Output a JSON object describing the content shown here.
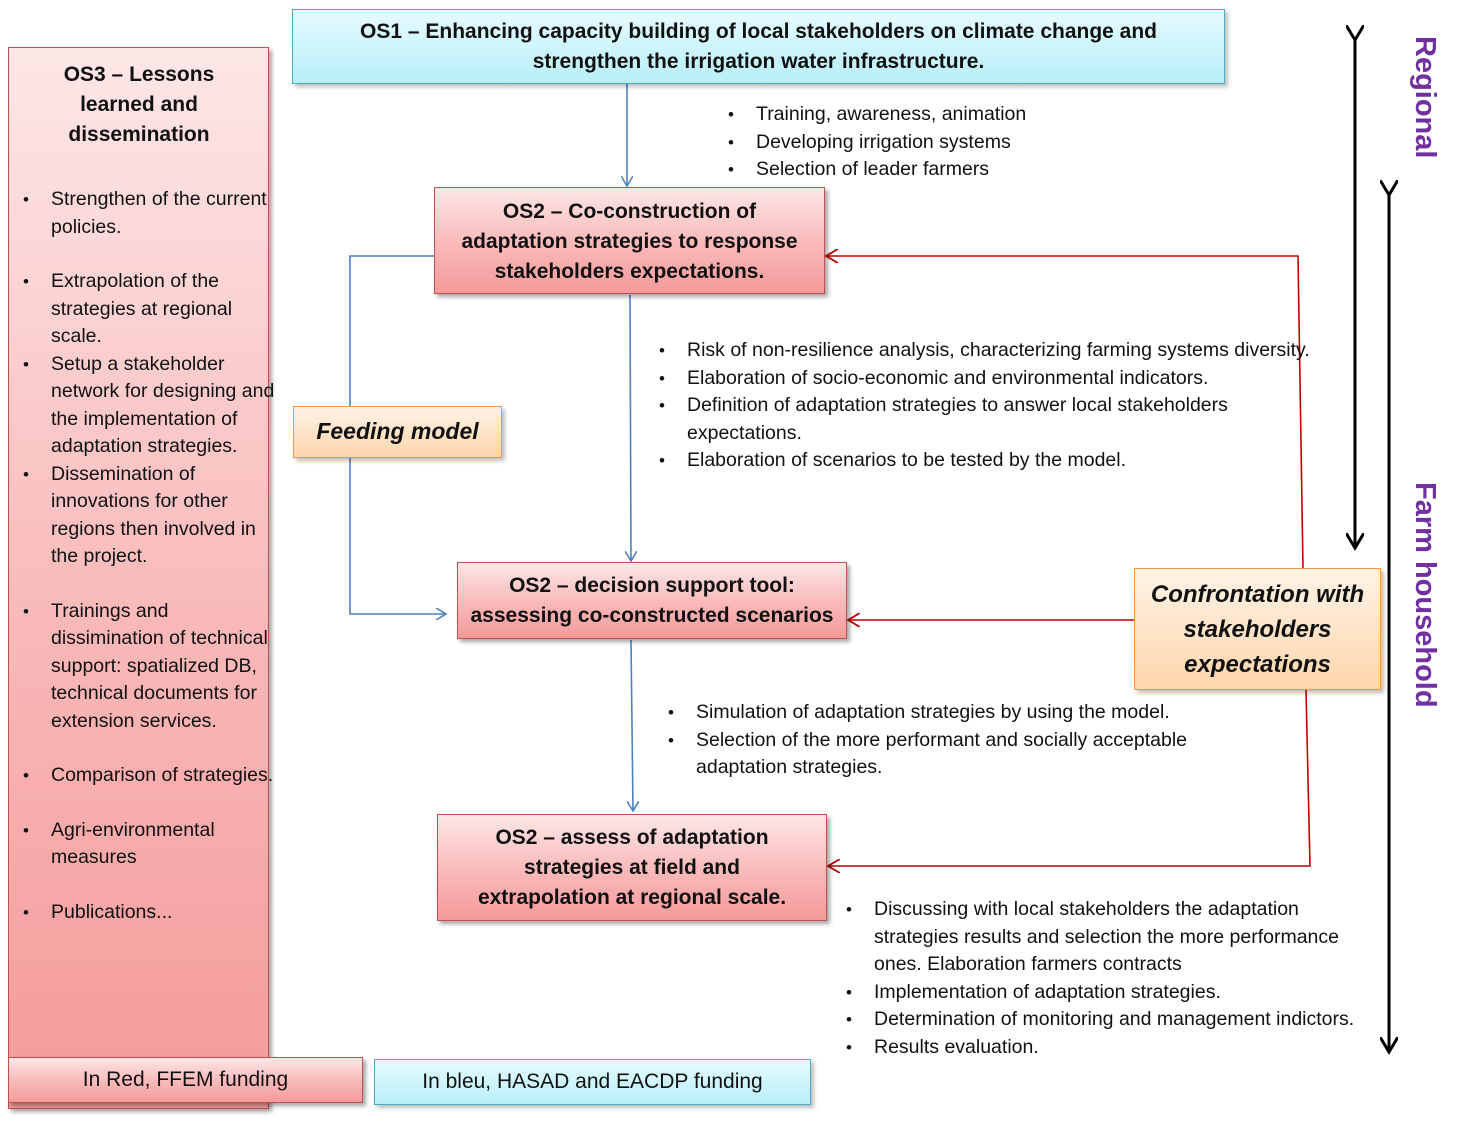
{
  "os1": {
    "title": "OS1 – Enhancing capacity building of local stakeholders on climate change and strengthen the irrigation water infrastructure."
  },
  "os1_bullets": [
    "Training, awareness, animation",
    "Developing irrigation systems",
    "Selection of leader farmers"
  ],
  "os2a": {
    "title": "OS2 – Co-construction of adaptation strategies to response stakeholders expectations."
  },
  "os2a_bullets": [
    "Risk of non-resilience analysis, characterizing farming systems diversity.",
    "Elaboration of socio-economic and environmental indicators.",
    "Definition of adaptation strategies to answer local stakeholders expectations.",
    "Elaboration of scenarios to be tested by the model."
  ],
  "os2b": {
    "title": "OS2 – decision support tool: assessing co-constructed scenarios"
  },
  "os2b_bullets": [
    "Simulation of adaptation strategies by using the model.",
    "Selection of the more performant and socially acceptable adaptation strategies."
  ],
  "os2c": {
    "title": "OS2 – assess of adaptation strategies at field and extrapolation at regional scale."
  },
  "os2c_bullets": [
    "Discussing with local stakeholders the adaptation strategies results and selection the more performance ones. Elaboration farmers contracts",
    "Implementation of adaptation strategies.",
    "Determination of monitoring and management indictors.",
    "Results evaluation."
  ],
  "os3": {
    "title": "OS3 – Lessons learned and dissemination",
    "items": [
      "Strengthen of the current policies.",
      "Extrapolation of the strategies at regional scale.",
      "Setup a stakeholder network for designing and the implementation of adaptation strategies.",
      "Dissemination of innovations for other regions then involved in the project.",
      "Trainings and dissimination of technical support: spatialized DB, technical documents for extension services.",
      "Comparison of strategies.",
      "Agri-environmental measures",
      "Publications..."
    ]
  },
  "feeding_model": "Feeding model",
  "confrontation": "Confrontation with stakeholders expectations",
  "legend": {
    "red": "In Red, FFEM funding",
    "blue": "In bleu, HASAD and EACDP funding"
  },
  "scale": {
    "regional": "Regional",
    "farm": "Farm household"
  },
  "colors": {
    "red_border": "#c0504d",
    "blue_border": "#4bacc6",
    "orange_border": "#f79646",
    "scale_text": "#7030a0",
    "blue_arrow": "#4f81bd",
    "red_arrow": "#c00000"
  }
}
